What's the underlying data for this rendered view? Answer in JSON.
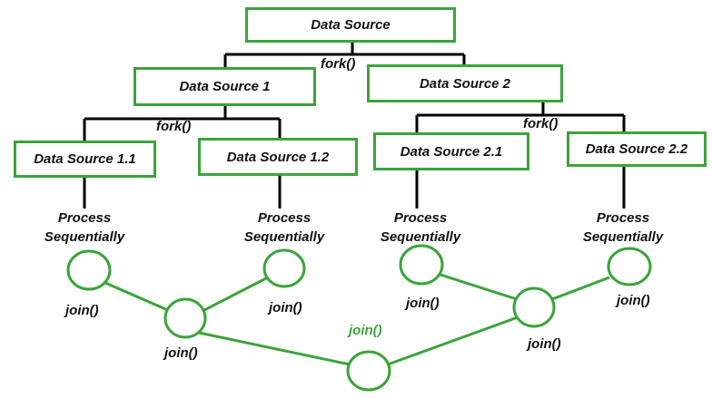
{
  "colors": {
    "accent": "#3aa43a",
    "line": "#000000",
    "text": "#111111"
  },
  "root": {
    "label": "Data Source"
  },
  "fork_label": "fork()",
  "join_label": "join()",
  "level1": [
    {
      "label": "Data Source 1"
    },
    {
      "label": "Data Source 2"
    }
  ],
  "level2": [
    {
      "label": "Data Source 1.1"
    },
    {
      "label": "Data Source 1.2"
    },
    {
      "label": "Data Source 2.1"
    },
    {
      "label": "Data Source 2.2"
    }
  ],
  "process": {
    "line1": "Process",
    "line2": "Sequentially"
  }
}
